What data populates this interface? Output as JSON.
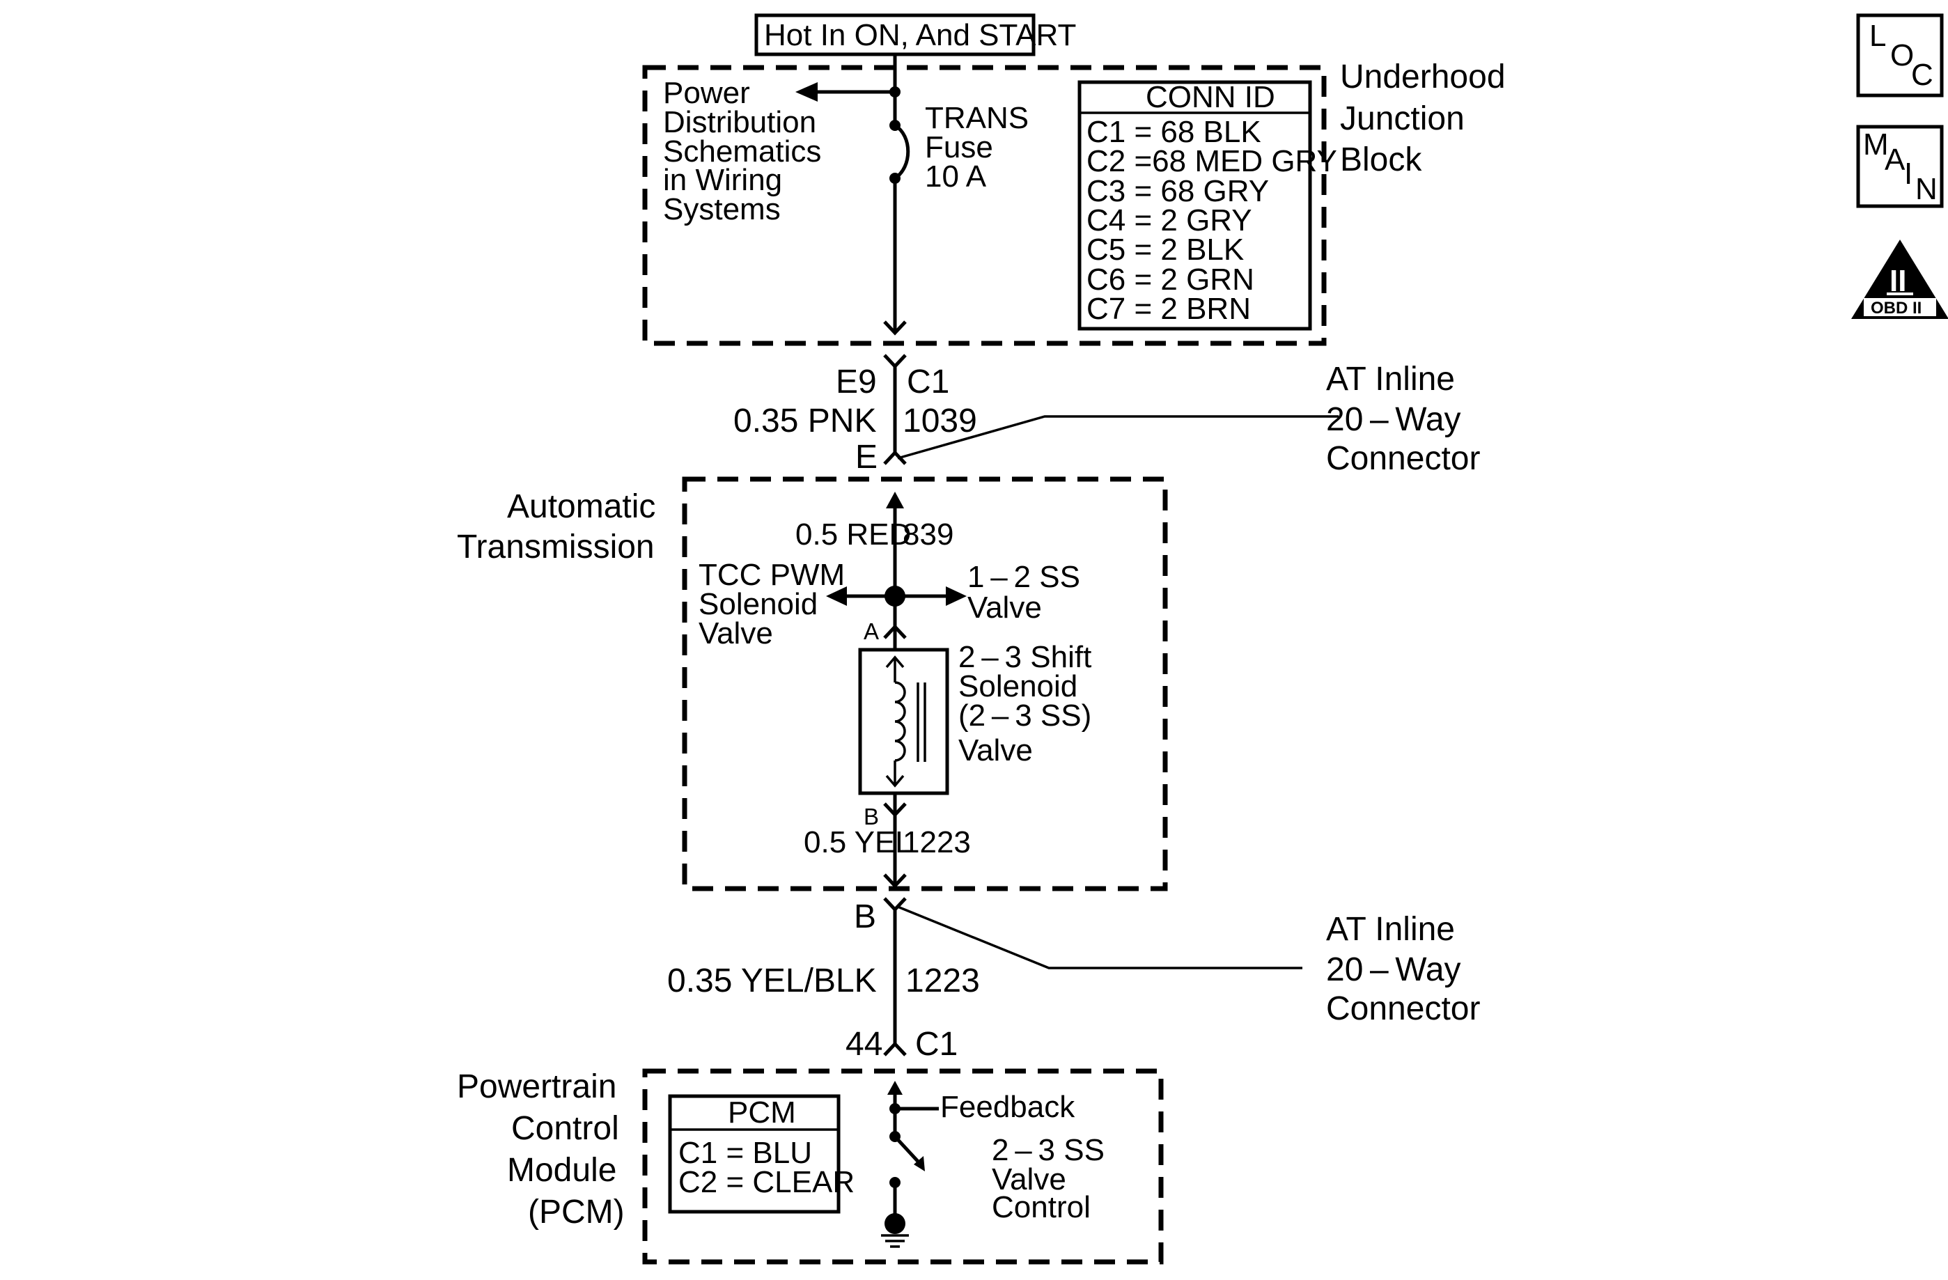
{
  "top_label": "Hot In ON, And START",
  "underhood": {
    "name_lines": [
      "Underhood",
      "Junction",
      "Block"
    ],
    "power_dist_lines": [
      "Power",
      "Distribution",
      "Schematics",
      "in Wiring",
      "Systems"
    ],
    "fuse_lines": [
      "TRANS",
      "Fuse",
      "10 A"
    ],
    "conn_id_title": "CONN ID",
    "conn_ids": [
      "C1 = 68 BLK",
      "C2 =68 MED GRY",
      "C3 = 68 GRY",
      "C4 = 2 GRY",
      "C5 = 2 BLK",
      "C6 = 2 GRN",
      "C7 = 2 BRN"
    ]
  },
  "wire1": {
    "pin_left": "E9",
    "pin_right": "C1",
    "gauge_color": "0.35 PNK",
    "circuit": "1039",
    "pin_bottom": "E"
  },
  "inline_connector_1": [
    "AT Inline",
    "20 – Way",
    "Connector"
  ],
  "transmission": {
    "name_lines": [
      "Automatic",
      "Transmission"
    ],
    "wire_top_gauge": "0.5 RED",
    "wire_top_circuit": "839",
    "tcc_lines": [
      "TCC PWM",
      "Solenoid",
      "Valve"
    ],
    "ss12_lines": [
      "1 – 2 SS",
      "Valve"
    ],
    "pin_a": "A",
    "solenoid_lines": [
      "2 – 3 Shift",
      "Solenoid",
      "(2 – 3 SS)",
      "Valve"
    ],
    "pin_b": "B",
    "wire_bottom_gauge": "0.5 YEL",
    "wire_bottom_circuit": "1223"
  },
  "wire2": {
    "pin_top": "B",
    "gauge_color": "0.35 YEL/BLK",
    "circuit": "1223",
    "pin_bottom_left": "44",
    "pin_bottom_right": "C1"
  },
  "inline_connector_2": [
    "AT Inline",
    "20 – Way",
    "Connector"
  ],
  "pcm": {
    "name_lines": [
      "Powertrain",
      "Control",
      "Module",
      "(PCM)"
    ],
    "table_title": "PCM",
    "table_rows": [
      "C1 = BLU",
      "C2 = CLEAR"
    ],
    "feedback_label": "Feedback",
    "control_lines": [
      "2 – 3 SS",
      "Valve",
      "Control"
    ]
  },
  "side_icons": {
    "loc": [
      "L",
      "O",
      "C"
    ],
    "main": [
      "M",
      "A",
      "I",
      "N"
    ],
    "obd_numeral": "II",
    "obd_label": "OBD II"
  }
}
